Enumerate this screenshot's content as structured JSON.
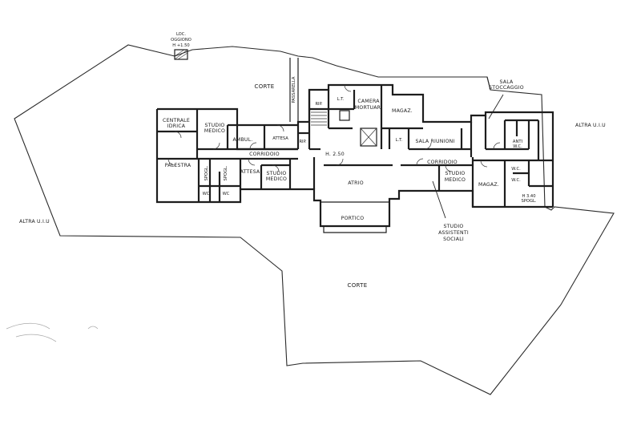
{
  "outside": {
    "loc_line1": "LOC.",
    "loc_line2": "OGGIONO",
    "loc_line3": "H +1.50",
    "corte_top": "CORTE",
    "corte_bottom": "CORTE",
    "altra_left": "ALTRA U.I.U",
    "altra_right": "ALTRA U.I.U"
  },
  "rooms": {
    "centrale_idrica_1": "CENTRALE",
    "centrale_idrica_2": "IDRICA",
    "studio_medico_left_1": "STUDIO",
    "studio_medico_left_2": "MEDICO",
    "ambul": "AMBUL.",
    "attesa_small": "ATTESA",
    "palestra": "PALESTRA",
    "spogl_1": "SPOGL.",
    "spogl_2": "SPOGL.",
    "wc_1": "WC",
    "wc_2": "WC",
    "attesa": "ATTESA",
    "studio_medico_mid_1": "STUDIO",
    "studio_medico_mid_2": "MEDICO",
    "corridoio_left": "CORRIDOIO",
    "passarella": "PASSARELLA",
    "rip_1": "RIP.",
    "rip_2": "RIP.",
    "lt_1": "L.T.",
    "camera_mortuaria_1": "CAMERA",
    "camera_mortuaria_2": "MORTUAR.",
    "magaz_top": "MAGAZ.",
    "lt_2": "L.T.",
    "sala_riunioni": "SALA RIUNIONI",
    "height": "H. 2.50",
    "atrio": "ATRIO",
    "corridoio_right": "CORRIDOIO",
    "studio_medico_right_1": "STUDIO",
    "studio_medico_right_2": "MEDICO",
    "portico": "PORTICO",
    "sala_stoccaggio_1": "SALA",
    "sala_stoccaggio_2": "STOCCAGGIO",
    "anti_wc_1": "ANTI",
    "anti_wc_2": "W.C.",
    "wc_3": "W.C.",
    "wc_4": "W.C.",
    "magaz_right": "MAGAZ.",
    "spogl_3": "H 3.40",
    "spogl_4": "SPOGL.",
    "studio_assistenti_1": "STUDIO",
    "studio_assistenti_2": "ASSISTENTI",
    "studio_assistenti_3": "SOCIALI"
  }
}
